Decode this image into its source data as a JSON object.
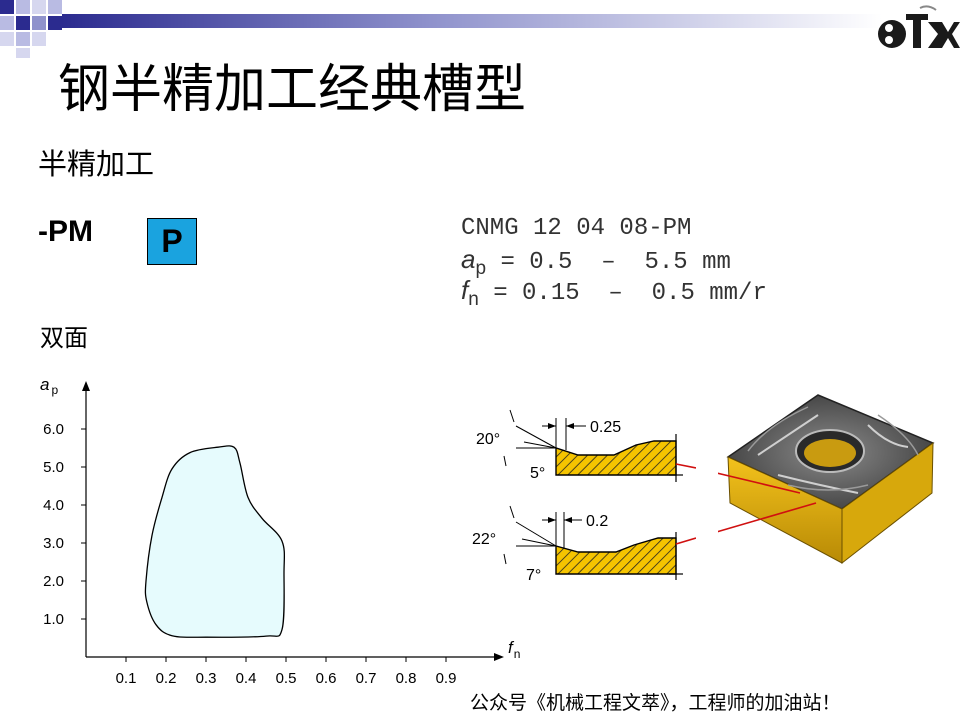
{
  "title": "钢半精加工经典槽型",
  "subtitle": "半精加工",
  "geometry_code": "-PM",
  "iso_badge": "P",
  "sided_label": "双面",
  "specs": {
    "insert": "CNMG 12 04 08-PM",
    "ap_symbol": "a",
    "ap_sub": "p",
    "ap_value": " = 0.5  –  5.5 mm",
    "fn_symbol": "f",
    "fn_sub": "n",
    "fn_value": " = 0.15  –  0.5 mm/r"
  },
  "profiles": {
    "top": {
      "rake_angle": "20°",
      "land_angle": "5°",
      "land_width": "0.25"
    },
    "bottom": {
      "rake_angle": "22°",
      "land_angle": "7°",
      "land_width": "0.2"
    }
  },
  "footer": "公众号《机械工程文萃》，工程师的加油站！",
  "colors": {
    "badge": "#1aa3df",
    "region_fill": "#e6fbfd",
    "hatch": "#f5c400",
    "leader": "#d01010"
  },
  "chart_data": {
    "type": "area",
    "xlabel_symbol": "f",
    "xlabel_sub": "n",
    "ylabel_symbol": "a",
    "ylabel_sub": "p",
    "xticks": [
      0.1,
      0.2,
      0.3,
      0.4,
      0.5,
      0.6,
      0.7,
      0.8,
      0.9
    ],
    "yticks": [
      1.0,
      2.0,
      3.0,
      4.0,
      5.0,
      6.0
    ],
    "xtick_labels": [
      "0.1",
      "0.2",
      "0.3",
      "0.4",
      "0.5",
      "0.6",
      "0.7",
      "0.8",
      "0.9"
    ],
    "ytick_labels": [
      "1.0",
      "2.0",
      "3.0",
      "4.0",
      "5.0",
      "6.0"
    ],
    "region_points": [
      [
        0.15,
        2.0
      ],
      [
        0.165,
        3.2
      ],
      [
        0.19,
        4.2
      ],
      [
        0.215,
        4.95
      ],
      [
        0.26,
        5.38
      ],
      [
        0.33,
        5.52
      ],
      [
        0.37,
        5.52
      ],
      [
        0.385,
        5.1
      ],
      [
        0.405,
        4.2
      ],
      [
        0.44,
        3.65
      ],
      [
        0.49,
        3.05
      ],
      [
        0.495,
        2.2
      ],
      [
        0.49,
        0.72
      ],
      [
        0.45,
        0.55
      ],
      [
        0.3,
        0.52
      ],
      [
        0.215,
        0.56
      ],
      [
        0.175,
        0.85
      ],
      [
        0.152,
        1.45
      ]
    ]
  }
}
